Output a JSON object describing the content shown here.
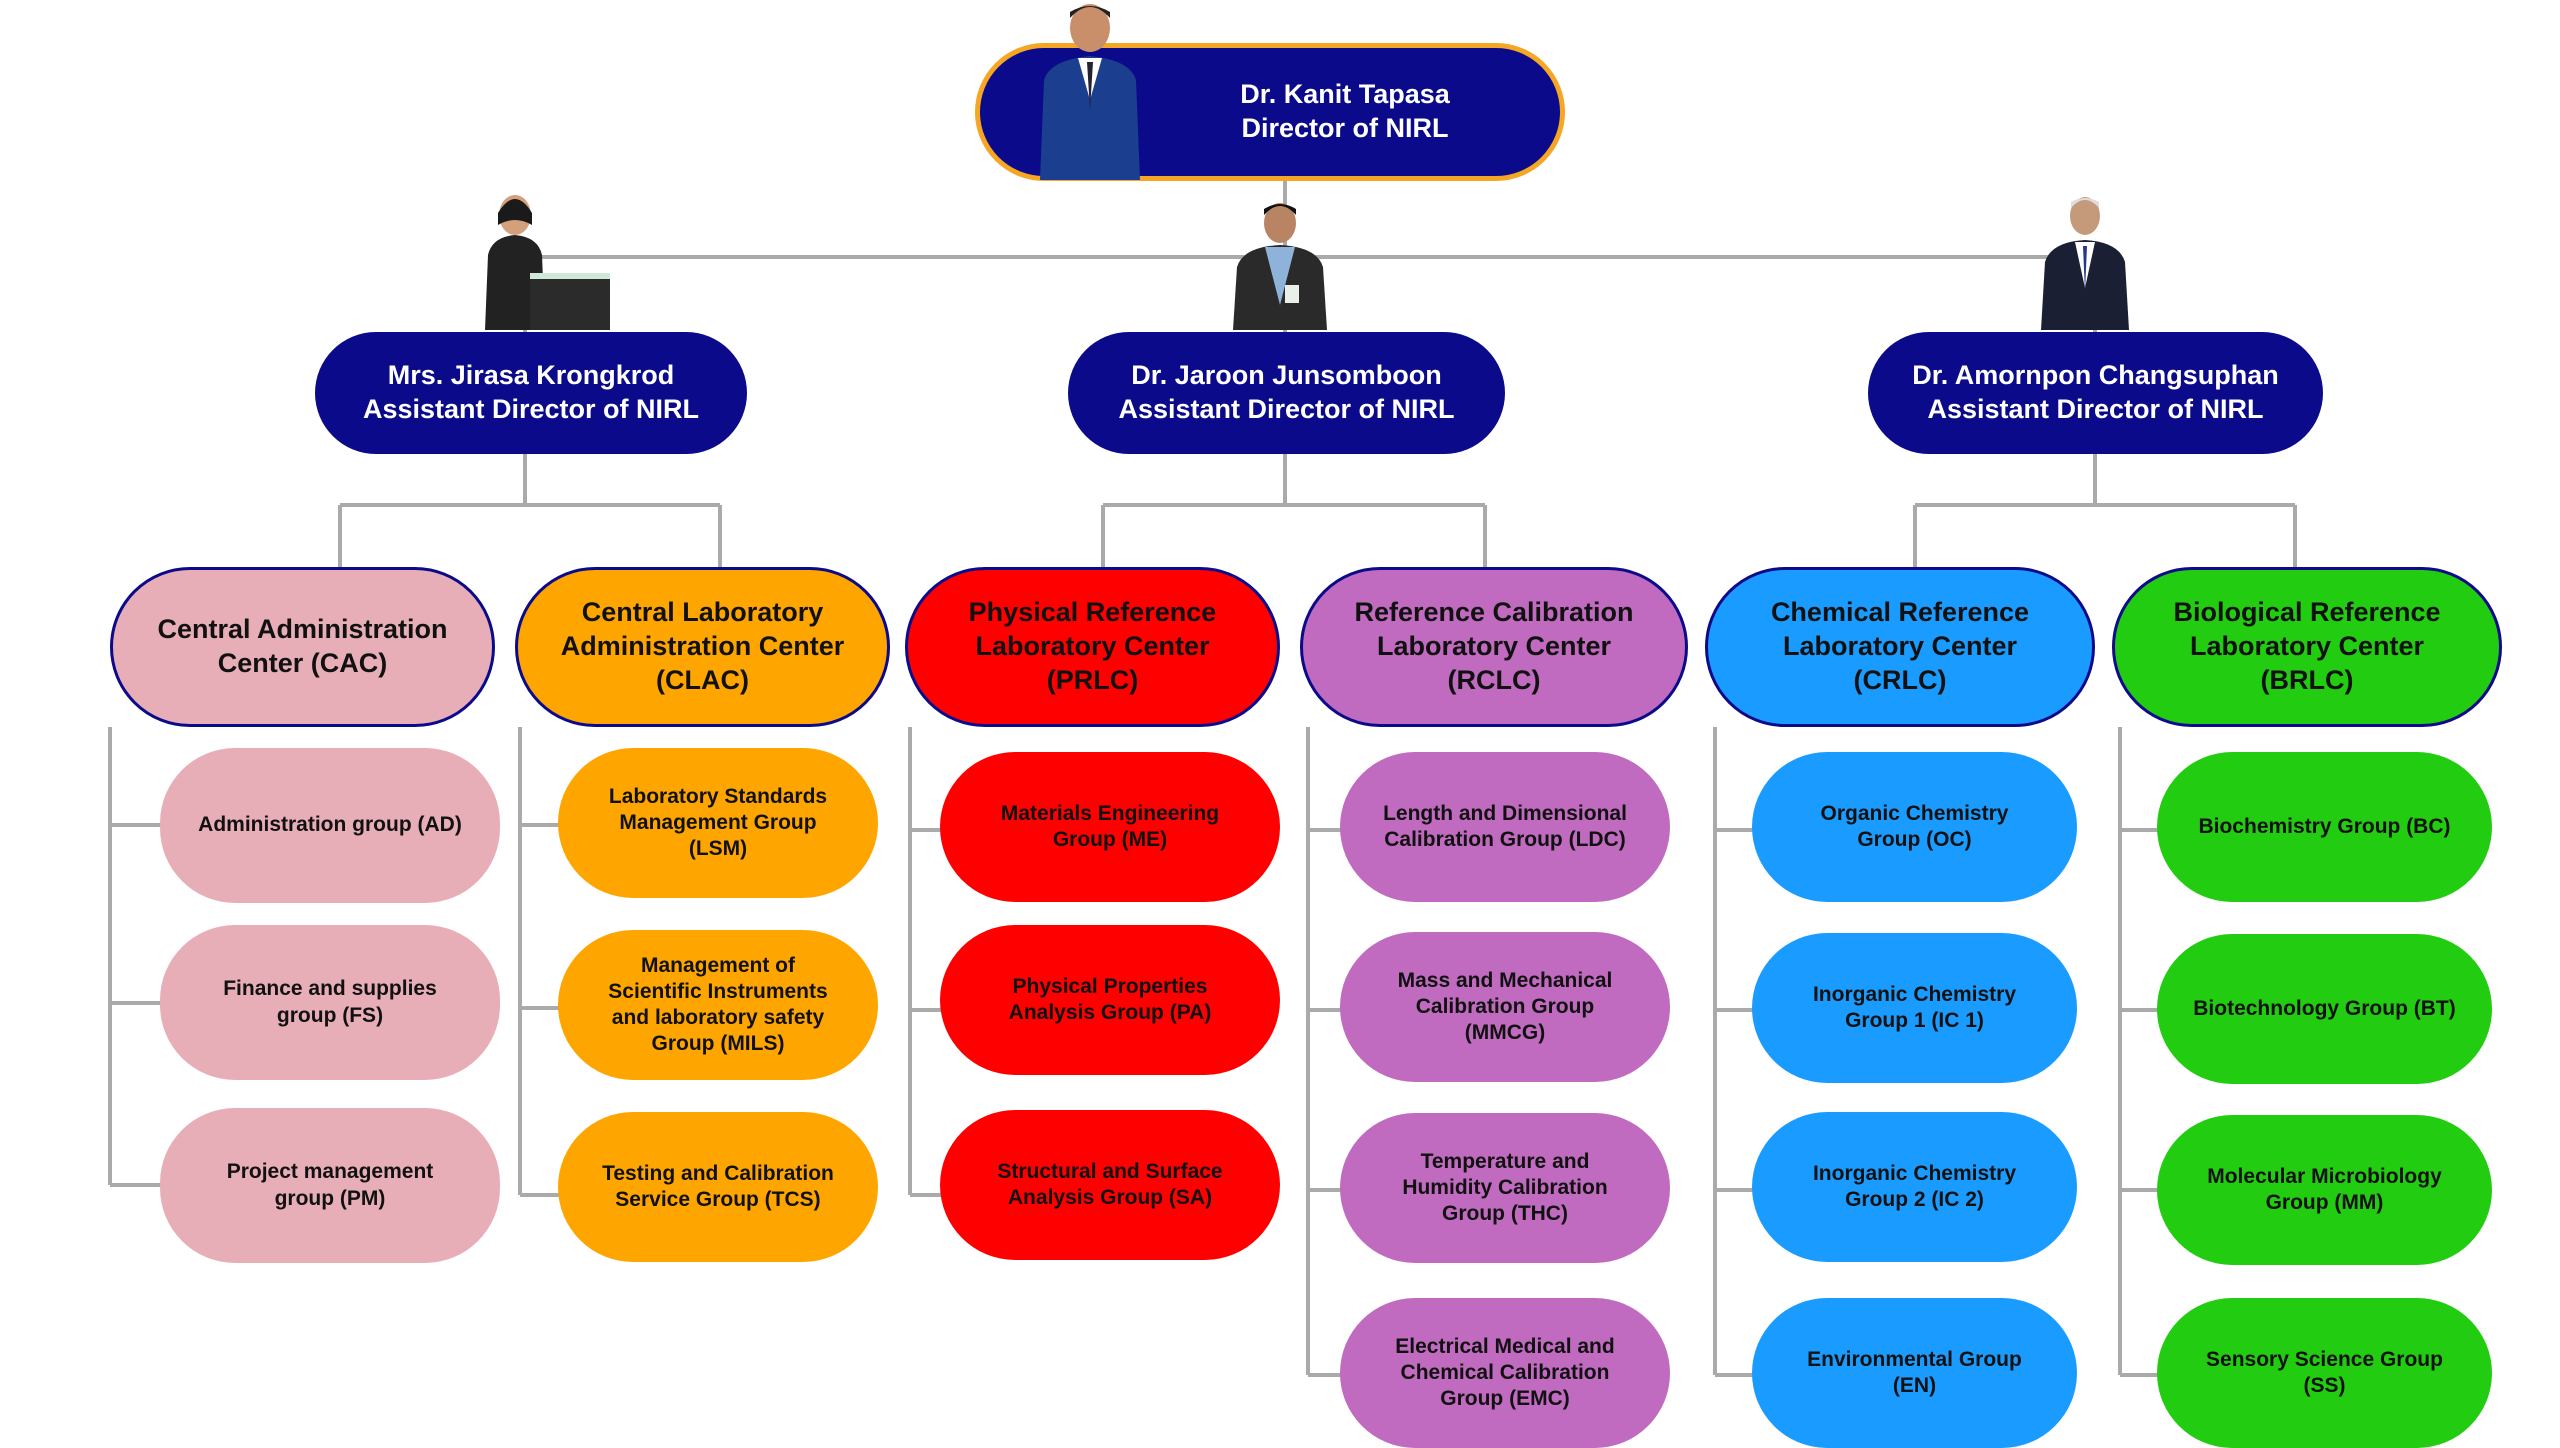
{
  "colors": {
    "navy": "#0a0a8a",
    "orange_border": "#f5a623",
    "cac": "#e8aeb8",
    "clac": "#ffa500",
    "prlc": "#ff0000",
    "rclc": "#c06ac0",
    "crlc": "#1a9bff",
    "brlc": "#22cc11",
    "connector": "#aaaaaa"
  },
  "director": {
    "name": "Dr. Kanit Tapasa",
    "title": "Director of NIRL"
  },
  "assistants": [
    {
      "name": "Mrs. Jirasa Krongkrod",
      "title": "Assistant Director of NIRL"
    },
    {
      "name": "Dr. Jaroon Junsomboon",
      "title": "Assistant Director of NIRL"
    },
    {
      "name": "Dr. Amornpon Changsuphan",
      "title": "Assistant Director of NIRL"
    }
  ],
  "centers": [
    {
      "lines": [
        "Central Administration",
        "Center (CAC)"
      ],
      "groups": [
        [
          "Administration group (AD)"
        ],
        [
          "Finance and supplies",
          "group (FS)"
        ],
        [
          "Project management",
          "group (PM)"
        ]
      ]
    },
    {
      "lines": [
        "Central Laboratory",
        "Administration Center",
        "(CLAC)"
      ],
      "groups": [
        [
          "Laboratory Standards",
          "Management Group",
          "(LSM)"
        ],
        [
          "Management of",
          "Scientific Instruments",
          "and laboratory safety",
          "Group (MILS)"
        ],
        [
          "Testing and Calibration",
          "Service Group (TCS)"
        ]
      ]
    },
    {
      "lines": [
        "Physical Reference",
        "Laboratory Center",
        "(PRLC)"
      ],
      "groups": [
        [
          "Materials Engineering",
          "Group (ME)"
        ],
        [
          "Physical Properties",
          "Analysis Group (PA)"
        ],
        [
          "Structural and Surface",
          "Analysis Group (SA)"
        ]
      ]
    },
    {
      "lines": [
        "Reference Calibration",
        "Laboratory Center",
        "(RCLC)"
      ],
      "groups": [
        [
          "Length and Dimensional",
          "Calibration Group (LDC)"
        ],
        [
          "Mass and Mechanical",
          "Calibration Group",
          "(MMCG)"
        ],
        [
          "Temperature and",
          "Humidity Calibration",
          "Group (THC)"
        ],
        [
          "Electrical Medical and",
          "Chemical Calibration",
          "Group (EMC)"
        ]
      ]
    },
    {
      "lines": [
        "Chemical Reference",
        "Laboratory Center",
        "(CRLC)"
      ],
      "groups": [
        [
          "Organic Chemistry",
          "Group (OC)"
        ],
        [
          "Inorganic Chemistry",
          "Group 1 (IC 1)"
        ],
        [
          "Inorganic Chemistry",
          "Group 2 (IC 2)"
        ],
        [
          "Environmental Group",
          "(EN)"
        ]
      ]
    },
    {
      "lines": [
        "Biological Reference",
        "Laboratory Center",
        "(BRLC)"
      ],
      "groups": [
        [
          "Biochemistry Group (BC)"
        ],
        [
          "Biotechnology Group (BT)"
        ],
        [
          "Molecular Microbiology",
          "Group (MM)"
        ],
        [
          "Sensory Science Group",
          "(SS)"
        ]
      ]
    }
  ]
}
